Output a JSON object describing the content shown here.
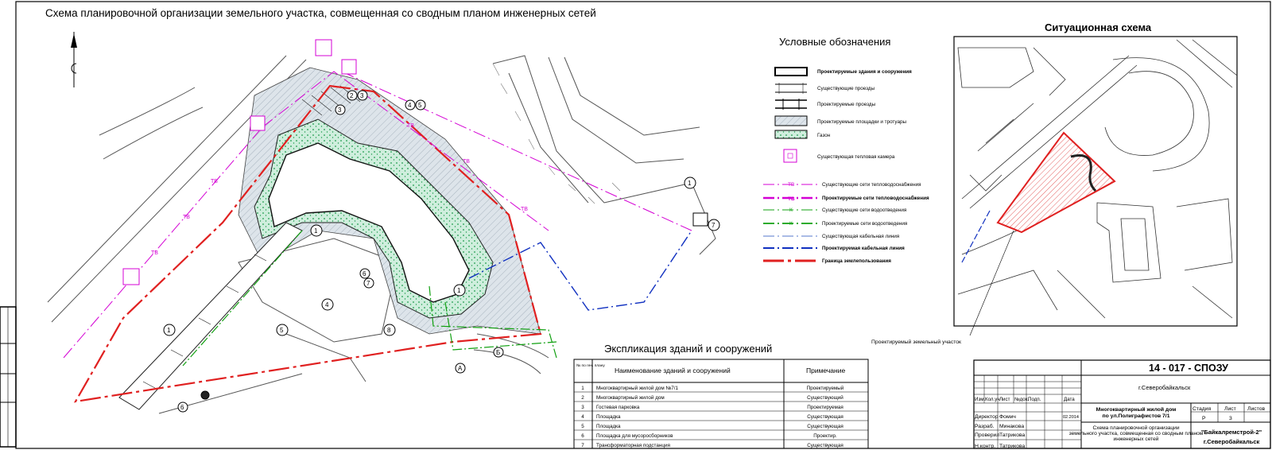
{
  "main_title": "Схема планировочной организации земельного участка, совмещенная со сводным планом инженерных сетей",
  "legend": {
    "title": "Условные обозначения",
    "items": [
      "Проектируемые здания и сооружения",
      "Существующие проезды",
      "Проектируемые проезды",
      "Проектируемые площадки и тротуары",
      "Газон",
      "Существующая тепловая камера",
      "Существующие сети тепловодоснабжения",
      "Проектируемые сети тепловодоснабжения",
      "Существующие сети водоотведения",
      "Проектируемые сети водоотведения",
      "Существующая кабельная линия",
      "Проектируемая кабельная линия",
      "Граница землепользования"
    ],
    "line_marks": [
      "ТВ",
      "ТВ",
      "К",
      "К"
    ]
  },
  "situation": {
    "title": "Ситуационная схема",
    "callout": "Проектируемый земельный участок"
  },
  "plan_labels": {
    "tv": "ТВ",
    "k": "К",
    "n1": "1",
    "n2": "2",
    "n3": "3",
    "n4": "4",
    "n5": "5",
    "n6": "6",
    "n7": "7",
    "n8": "8",
    "axisA": "А",
    "axisB": "Б"
  },
  "explication": {
    "title": "Экспликация зданий и сооружений",
    "headers": {
      "num": "№ по ген. плану",
      "name": "Наименование зданий и сооружений",
      "note": "Примечание"
    },
    "rows": [
      {
        "num": "1",
        "name": "Многоквартирный жилой дом №7/1",
        "note": "Проектируемый"
      },
      {
        "num": "2",
        "name": "Многоквартирный жилой дом",
        "note": "Существующий"
      },
      {
        "num": "3",
        "name": "Гостевая парковка",
        "note": "Проектируемая"
      },
      {
        "num": "4",
        "name": "Площадка",
        "note": "Существующая"
      },
      {
        "num": "5",
        "name": "Площадка",
        "note": "Существующая"
      },
      {
        "num": "6",
        "name": "Площадка для мусоросборников",
        "note": "Проектир."
      },
      {
        "num": "7",
        "name": "Трансформаторная подстанция",
        "note": "Существующая"
      }
    ]
  },
  "stamp": {
    "code": "14 - 017 - СПОЗУ",
    "city": "г.Северобайкальск",
    "col_heads": [
      "Изм.",
      "Кол.уч",
      "Лист",
      "№док.",
      "Подп.",
      "Дата"
    ],
    "roles": [
      "Директор",
      "Разраб.",
      "Проверил",
      "Н.контр."
    ],
    "names": [
      "Фомич",
      "Минакова",
      "Татрикова",
      "Татрикова"
    ],
    "date": "02.2014",
    "project": "Многоквартирный жилой дом по ул.Полиграфистов 7/1",
    "sheet_heads": [
      "Стадия",
      "Лист",
      "Листов"
    ],
    "stage": "Р",
    "sheet": "3",
    "sheet_title": "Схема планировочной организации земельного участка, совмещенная со сводным планом инженерных сетей",
    "org1": "\"Байкалремстрой-2\"",
    "org2": "г.Северобайкальск"
  }
}
